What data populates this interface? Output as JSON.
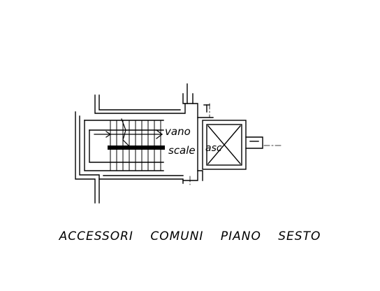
{
  "plan": {
    "labels": {
      "stair_line1": "vano",
      "stair_line2": "scale",
      "lift": "asc"
    },
    "caption": "ACCESSORI COMUNI PIANO SESTO"
  }
}
